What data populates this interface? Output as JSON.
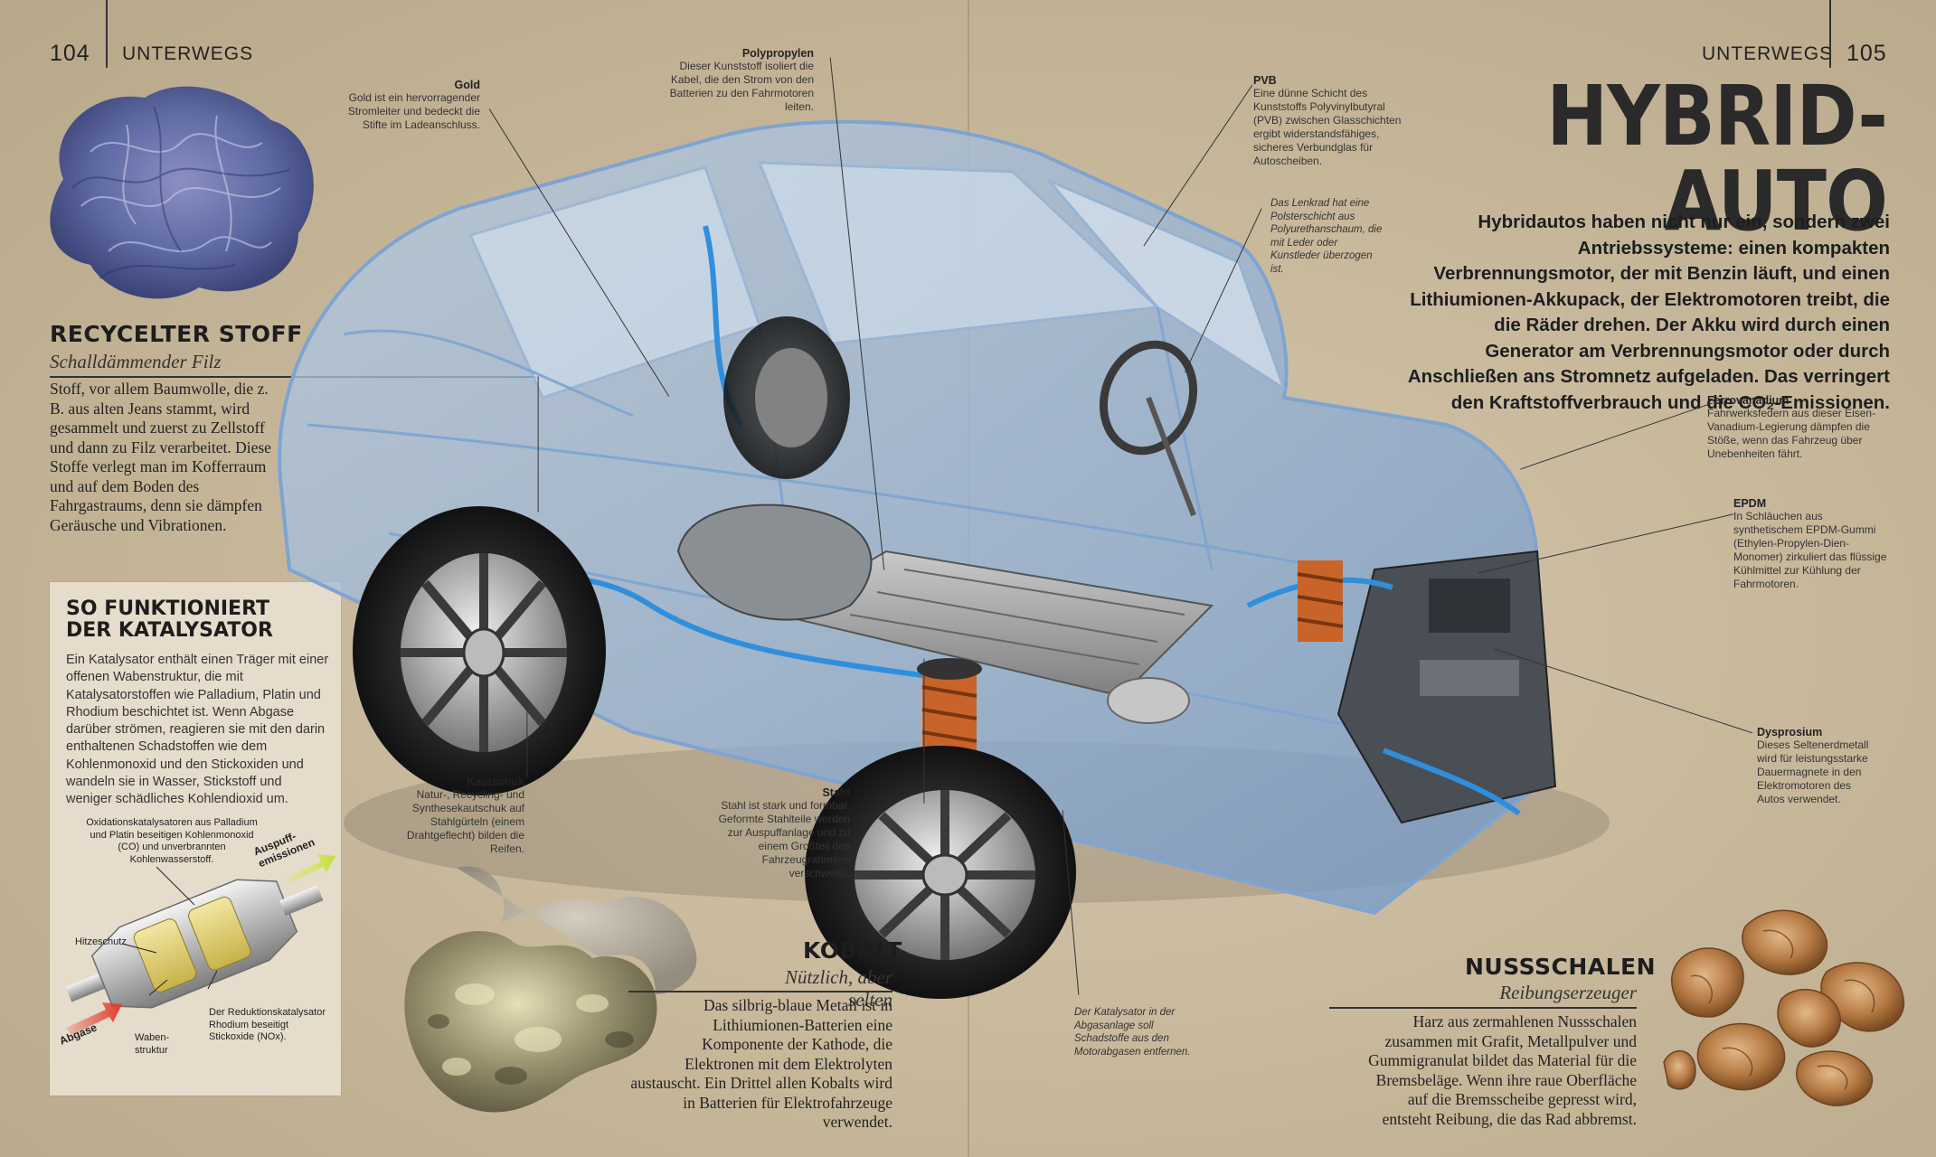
{
  "left_page": {
    "number": "104",
    "running_head": "UNTERWEGS"
  },
  "right_page": {
    "number": "105",
    "running_head": "UNTERWEGS"
  },
  "title_line1": "HYBRID-",
  "title_line2": "AUTO",
  "intro": "Hybridautos haben nicht nur ein, sondern zwei Antriebssysteme: einen kompakten Verbrennungsmotor, der mit Benzin läuft, und einen Lithiumionen-Akkupack, der Elektromotoren treibt, die die Räder drehen. Der Akku wird durch einen Generator am Verbrennungsmotor oder durch Anschließen ans Stromnetz aufgeladen. Das verringert den Kraftstoffverbrauch und die CO₂-Emissionen.",
  "recycled": {
    "title": "RECYCELTER STOFF",
    "subtitle": "Schalldämmender Filz",
    "text": "Stoff, vor allem Baumwolle, die z. B. aus alten Jeans stammt, wird gesammelt und zuerst zu Zellstoff und dann zu Filz verarbeitet. Diese Stoffe verlegt man im Kofferraum und auf dem Boden des Fahrgastraums, denn sie dämpfen Geräusche und Vibrationen."
  },
  "catalyst_box": {
    "title_line1": "SO FUNKTIONIERT",
    "title_line2": "DER KATALYSATOR",
    "text": "Ein Katalysator enthält einen Träger mit einer offenen Wabenstruktur, die mit Katalysatorstoffen wie Palladium, Platin und Rhodium beschichtet ist. Wenn Abgase darüber strömen, reagieren sie mit den darin enthaltenen Schadstoffen wie dem Kohlenmonoxid und den Stickoxiden und wandeln sie in Wasser, Stickstoff und weniger schädliches Kohlendioxid um.",
    "diagram": {
      "oxidation": "Oxidationskatalysatoren aus Palladium und Platin beseitigen Kohlenmonoxid (CO) und unverbrannten Kohlenwasserstoff.",
      "heat_shield": "Hitzeschutz",
      "exhaust_out": "Auspuff-emissionen",
      "exhaust_in": "Abgase",
      "honeycomb": "Waben-struktur",
      "reduction": "Der Reduktionskatalysator Rhodium beseitigt Stickoxide (NOx)."
    }
  },
  "labels": {
    "gold_title": "Gold",
    "gold_text": "Gold ist ein hervorragender Stromleiter und bedeckt die Stifte im Ladeanschluss.",
    "poly_title": "Polypropylen",
    "poly_text": "Dieser Kunststoff isoliert die Kabel, die den Strom von den Batterien zu den Fahrmotoren leiten.",
    "pvb_title": "PVB",
    "pvb_text": "Eine dünne Schicht des Kunststoffs Polyvinylbutyral (PVB) zwischen Glasschichten ergibt widerstandsfähiges, sicheres Verbundglas für Autoscheiben.",
    "wheel_text": "Das Lenkrad hat eine Polsterschicht aus Polyurethanschaum, die mit Leder oder Kunstleder überzogen ist.",
    "ferro_title": "Ferrovanadium",
    "ferro_text": "Fahrwerksfedern aus dieser Eisen-Vanadium-Legierung dämpfen die Stöße, wenn das Fahrzeug über Unebenheiten fährt.",
    "epdm_title": "EPDM",
    "epdm_text": "In Schläuchen aus synthetischem EPDM-Gummi (Ethylen-Propylen-Dien-Monomer) zirkuliert das flüssige Kühlmittel zur Kühlung der Fahrmotoren.",
    "dys_title": "Dysprosium",
    "dys_text": "Dieses Seltenerdmetall wird für leistungsstarke Dauermagnete in den Elektromotoren des Autos verwendet.",
    "kaut_title": "Kautschuk",
    "kaut_text": "Natur-, Recycling- und Synthesekautschuk auf Stahlgürteln (einem Drahtgeflecht) bilden die Reifen.",
    "stahl_title": "Stahl",
    "stahl_text": "Stahl ist stark und formbar. Geformte Stahlteile werden zur Auspuffanlage und zu einem Großteil des Fahrzeugrahmens verschweißt.",
    "kat_text": "Der Katalysator in der Abgasanlage soll Schadstoffe aus den Motorabgasen entfernen."
  },
  "kobalt": {
    "title": "KOBALT",
    "subtitle": "Nützlich, aber selten",
    "text": "Das silbrig-blaue Metall ist in Lithiumionen-Batterien eine Komponente der Kathode, die Elektronen mit dem Elektrolyten austauscht. Ein Drittel allen Kobalts wird in Batterien für Elektrofahrzeuge verwendet."
  },
  "nuss": {
    "title": "NUSSSCHALEN",
    "subtitle": "Reibungserzeuger",
    "text": "Harz aus zermahlenen Nussschalen zusammen mit Grafit, Metallpulver und Gummigranulat bildet das Material für die Bremsbeläge. Wenn ihre raue Oberfläche auf die Bremsscheibe gepresst wird, entsteht Reibung, die das Rad abbremst."
  }
}
